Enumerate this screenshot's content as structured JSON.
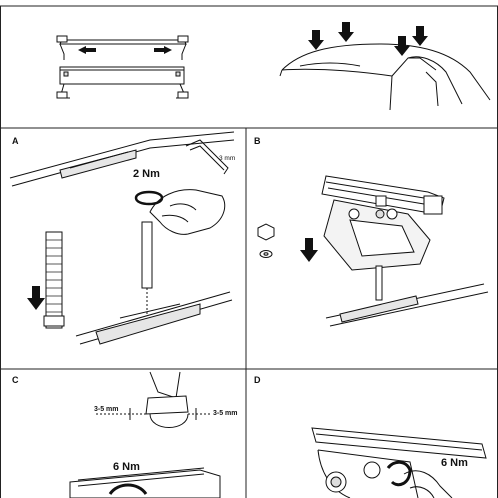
{
  "panels": {
    "A": {
      "letter": "A",
      "torque": "2 Nm",
      "hex_key_size": "3 mm"
    },
    "B": {
      "letter": "B"
    },
    "C": {
      "letter": "C",
      "gap_left": "3-5 mm",
      "gap_right": "3-5 mm",
      "torque": "6 Nm"
    },
    "D": {
      "letter": "D",
      "torque": "6 Nm"
    }
  }
}
